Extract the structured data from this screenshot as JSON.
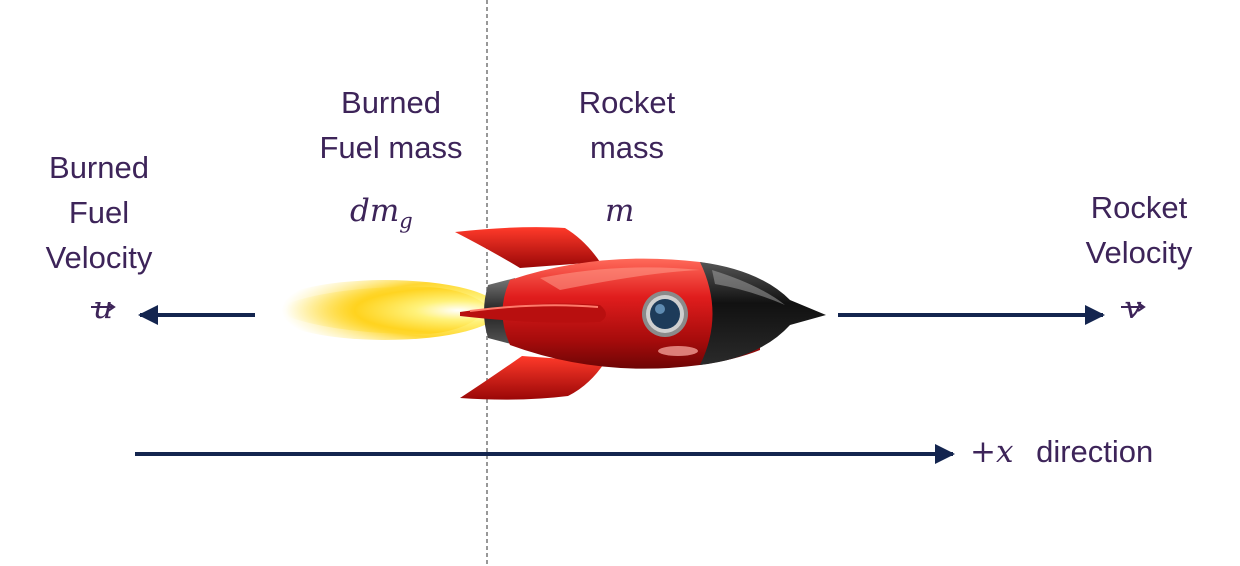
{
  "labels": {
    "burned_fuel_mass": [
      "Burned",
      "Fuel mass"
    ],
    "rocket_mass": [
      "Rocket",
      "mass"
    ],
    "burned_fuel_velocity": [
      "Burned",
      "Fuel",
      "Velocity"
    ],
    "rocket_velocity": [
      "Rocket",
      "Velocity"
    ],
    "direction_word": "direction"
  },
  "symbols": {
    "fuel_mass": "dm",
    "fuel_mass_subscript": "g",
    "rocket_mass": "m",
    "fuel_velocity": "u",
    "rocket_velocity": "v",
    "direction_axis": "+x"
  },
  "colors": {
    "text": "#3d2459",
    "arrow": "#14254f",
    "rocket_body": "#d41a1a",
    "rocket_nose": "#1f1f1f",
    "flame": "#ffd21a"
  },
  "icons": {
    "rocket": "rocket-icon",
    "porthole": "porthole-icon",
    "flame": "exhaust-flame-icon"
  }
}
